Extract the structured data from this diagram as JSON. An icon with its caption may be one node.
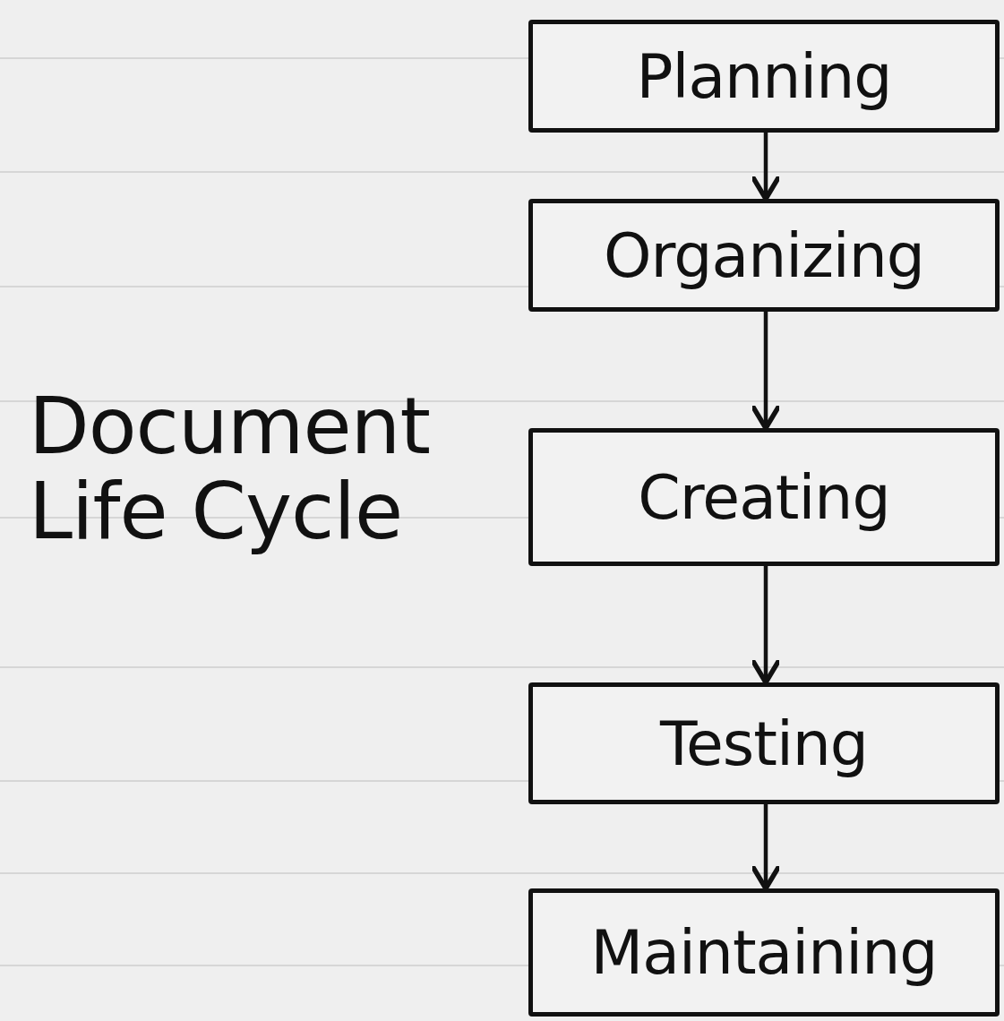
{
  "diagram": {
    "title": "Document Life Cycle",
    "nodes": [
      {
        "text": [
          "Planning"
        ]
      },
      {
        "text": [
          "Organizing"
        ]
      },
      {
        "text": [
          "Creating"
        ]
      },
      {
        "text": [
          "Testing"
        ]
      },
      {
        "text": [
          "Maintaining"
        ]
      }
    ],
    "edges": [
      {
        "from": 0,
        "to": 1,
        "arrow": "to"
      },
      {
        "from": 1,
        "to": 2,
        "arrow": "to"
      },
      {
        "from": 2,
        "to": 3,
        "arrow": "to"
      },
      {
        "from": 3,
        "to": 4,
        "arrow": "to"
      }
    ]
  }
}
